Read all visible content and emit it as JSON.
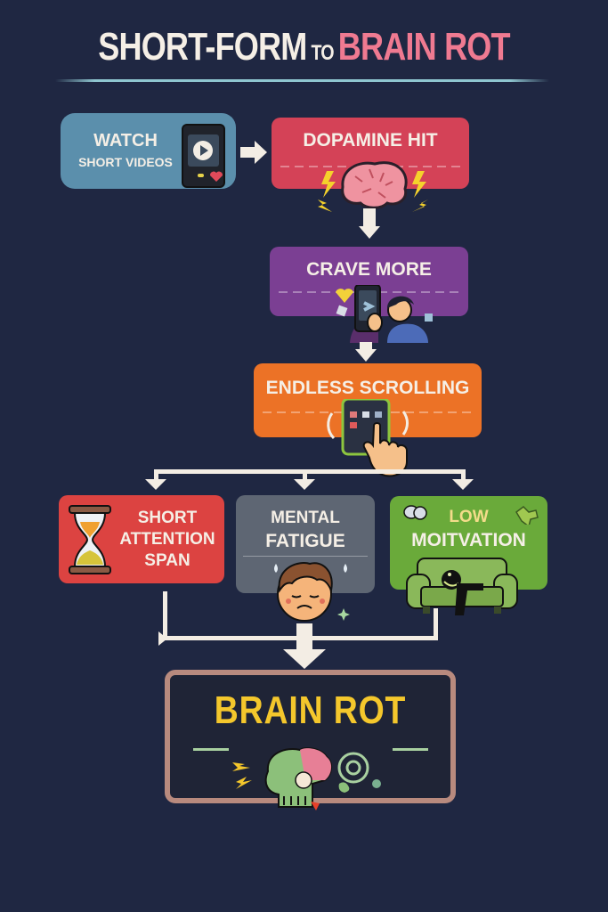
{
  "title": {
    "part1": "SHORT-FORM",
    "connector": "TO",
    "part2": "BRAIN ROT"
  },
  "steps": [
    {
      "id": "watch",
      "label_line1": "WATCH",
      "label_line2": "SHORT VIDEOS",
      "color": "#5b8fac",
      "icon": "phone-play-icon"
    },
    {
      "id": "dopamine",
      "label": "DOPAMINE HIT",
      "color": "#d44257",
      "icon": "brain-icon"
    },
    {
      "id": "crave",
      "label": "CRAVE MORE",
      "color": "#7b3f93",
      "icon": "person-phone-icon"
    },
    {
      "id": "scroll",
      "label": "ENDLESS SCROLLING",
      "color": "#ec7226",
      "icon": "hand-scroll-icon"
    }
  ],
  "effects": [
    {
      "id": "attention",
      "lines": [
        "SHORT",
        "ATTENTION",
        "SPAN"
      ],
      "color": "#dc4341",
      "icon": "hourglass-icon"
    },
    {
      "id": "fatigue",
      "lines": [
        "MENTAL",
        "FATIGUE"
      ],
      "color": "#5e6673",
      "icon": "tired-face-icon"
    },
    {
      "id": "motivation",
      "lines": [
        "LOW",
        "MOITVATION"
      ],
      "color": "#6aaa3a",
      "icon": "couch-icon"
    }
  ],
  "outcome": {
    "label": "BRAIN ROT",
    "color": "#f4c72c",
    "bg": "#1f2436",
    "border": "#b88a7e",
    "icon": "zombie-brain-icon"
  }
}
